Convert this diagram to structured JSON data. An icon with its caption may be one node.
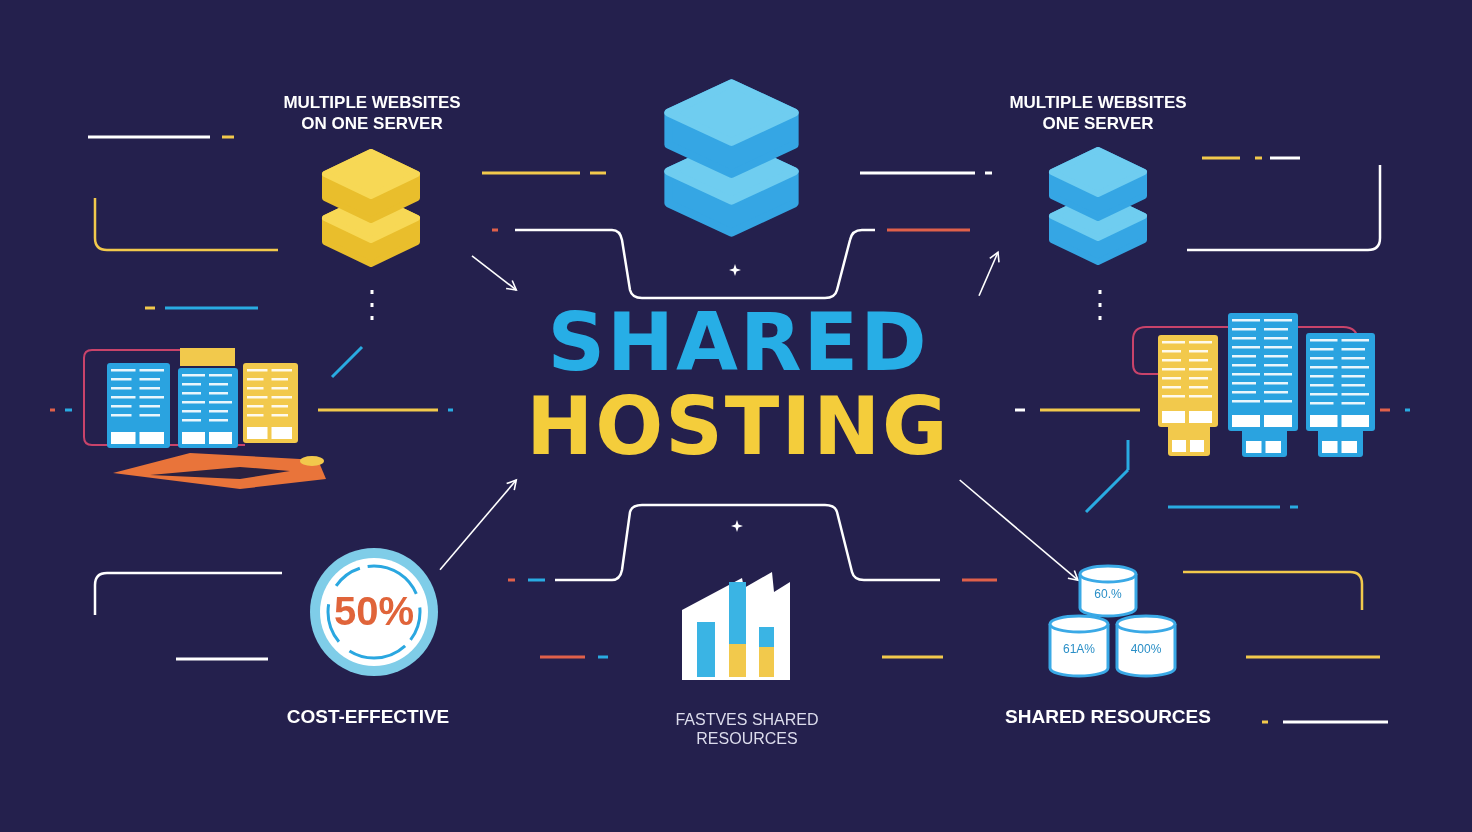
{
  "diagram": {
    "nodes": [
      {
        "text": [
          "SHARED",
          "HOSTING"
        ]
      },
      {
        "text": [
          "MULTIPLE WEBSITES ON ONE SERVER"
        ]
      },
      {
        "text": [],
        "shape": "picture"
      },
      {
        "text": [
          "MULTIPLE WEBSITES ONE SERVER"
        ]
      },
      {
        "text": [],
        "shape": "picture"
      },
      {
        "text": [],
        "shape": "picture"
      },
      {
        "text": [
          "50%"
        ],
        "beside": [
          "COST-EFFECTIVE"
        ]
      },
      {
        "text": [],
        "shape": "picture",
        "beside": [
          "FASTVES SHARED RESOURCES"
        ]
      },
      {
        "text": [
          "60.%"
        ]
      },
      {
        "text": [
          "61A%"
        ]
      },
      {
        "text": [
          "400%"
        ]
      }
    ],
    "edges": [
      {
        "from": 1,
        "to": 0,
        "arrow": "to"
      },
      {
        "from": 0,
        "to": 3,
        "arrow": "to"
      },
      {
        "from": 6,
        "to": 0,
        "arrow": "to"
      },
      {
        "from": 0,
        "to": 8,
        "arrow": "to"
      }
    ],
    "labels": [
      "SHARED RESOURCES"
    ]
  }
}
